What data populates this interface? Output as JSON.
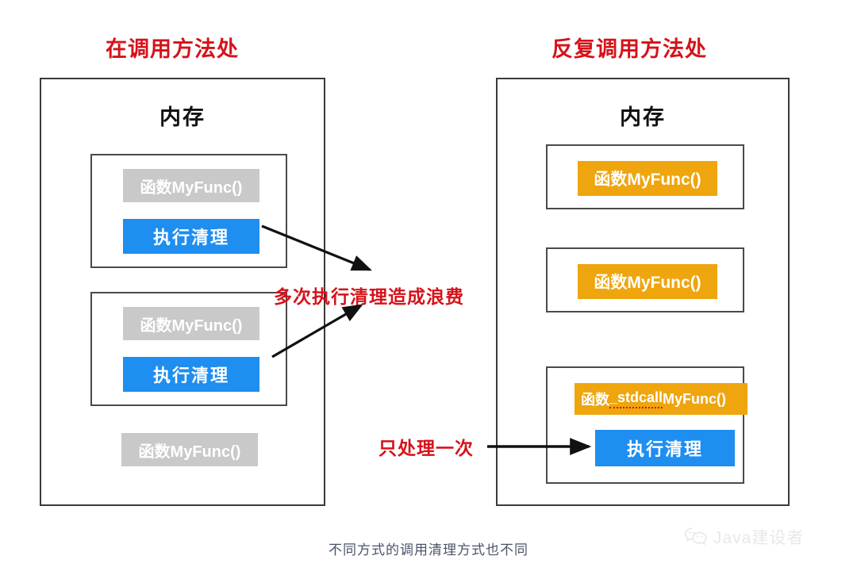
{
  "headings": {
    "left": "在调用方法处",
    "right": "反复调用方法处"
  },
  "panels": {
    "left": {
      "title": "内存",
      "frames": [
        {
          "func_label": "函数MyFunc()",
          "cleanup_label": "执行清理"
        },
        {
          "func_label": "函数MyFunc()",
          "cleanup_label": "执行清理"
        }
      ],
      "standalone_label": "函数MyFunc()"
    },
    "right": {
      "title": "内存",
      "frames": [
        {
          "func_label": "函数MyFunc()"
        },
        {
          "func_label": "函数MyFunc()"
        },
        {
          "func_prefix": "函数",
          "func_convention": "_stdcall",
          "func_suffix": " MyFunc()",
          "cleanup_label": "执行清理"
        }
      ]
    }
  },
  "annotations": {
    "waste": "多次执行清理造成浪费",
    "once": "只处理一次"
  },
  "caption": "不同方式的调用清理方式也不同",
  "watermark": {
    "text": "Java建设者",
    "icon": "wechat-icon"
  },
  "colors": {
    "accent_red": "#d6121a",
    "blue": "#1e8ef0",
    "orange": "#efa50e",
    "gray": "#c9c9c9",
    "border": "#3a3a3a",
    "caption": "#4a5568"
  }
}
